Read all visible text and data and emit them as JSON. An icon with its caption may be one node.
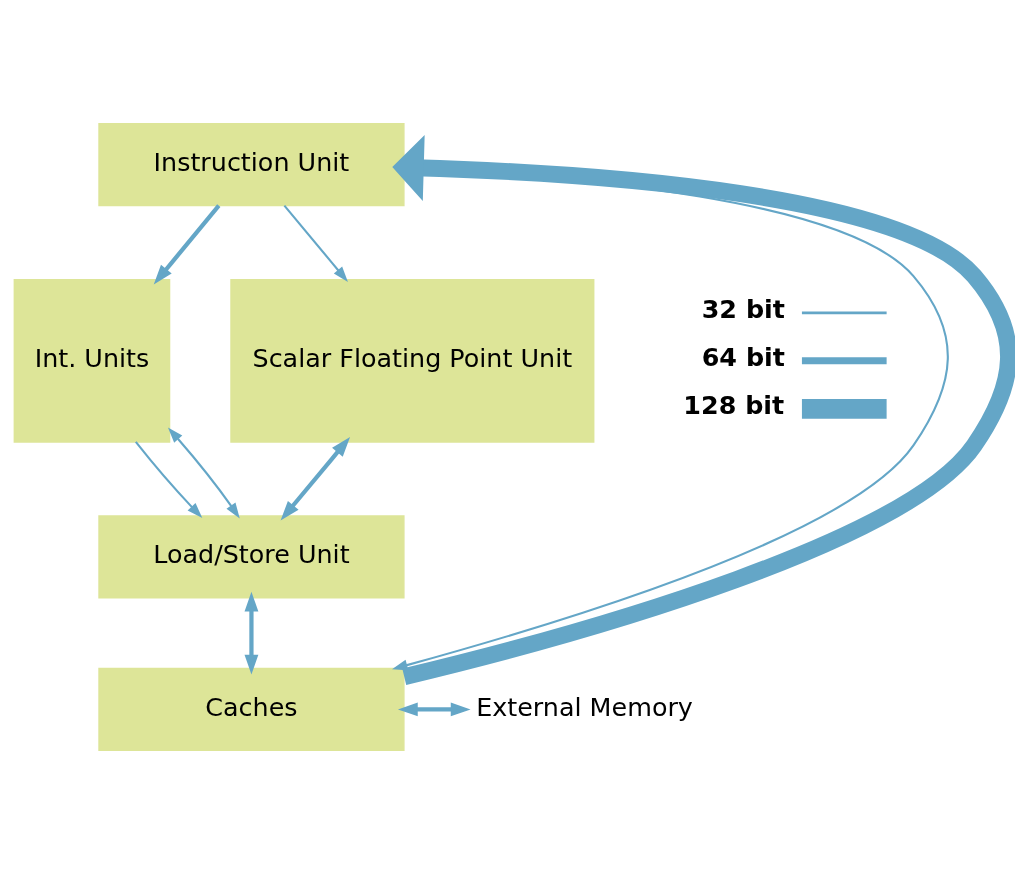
{
  "diagram": {
    "nodes": [
      {
        "text": [
          "Instruction Unit"
        ]
      },
      {
        "text": [
          "Int. Units"
        ]
      },
      {
        "text": [
          "Scalar Floating Point Unit"
        ]
      },
      {
        "text": [
          "Load/Store Unit"
        ]
      },
      {
        "text": [
          "Caches"
        ]
      },
      {
        "text": [
          "External Memory"
        ]
      }
    ],
    "edges": [
      {
        "from": 4,
        "to": 0,
        "arrow": "to",
        "style": "thick"
      },
      {
        "from": 0,
        "to": 4,
        "arrow": "to"
      },
      {
        "from": 0,
        "to": 1,
        "arrow": "to"
      },
      {
        "from": 0,
        "to": 2,
        "arrow": "to"
      },
      {
        "from": 1,
        "to": 3,
        "arrow": "to"
      },
      {
        "from": 3,
        "to": 1,
        "arrow": "both"
      },
      {
        "from": 2,
        "to": 3,
        "arrow": "both"
      },
      {
        "from": 3,
        "to": 4,
        "arrow": "both"
      },
      {
        "from": 4,
        "to": 5,
        "arrow": "both"
      }
    ],
    "legend": [
      {
        "text": "32 bit"
      },
      {
        "text": "64 bit"
      },
      {
        "text": "128 bit"
      }
    ]
  }
}
